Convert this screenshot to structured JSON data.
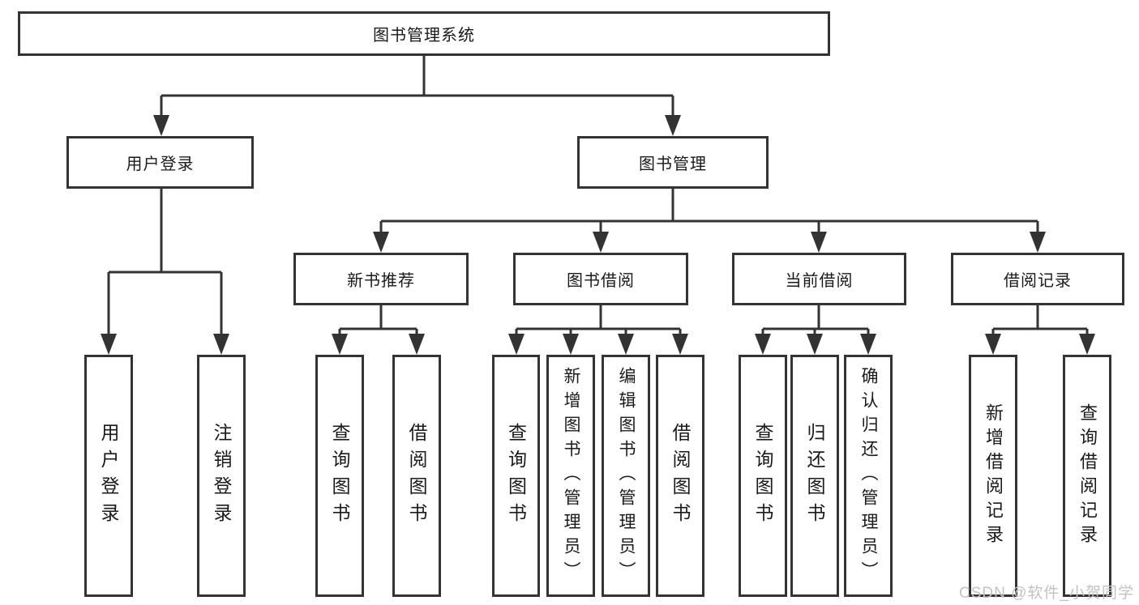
{
  "diagram": {
    "root": {
      "label": "图书管理系统"
    },
    "branches": [
      {
        "label": "用户登录",
        "children": [
          {
            "label": "用户登录"
          },
          {
            "label": "注销登录"
          }
        ]
      },
      {
        "label": "图书管理",
        "children": [
          {
            "label": "新书推荐",
            "children": [
              {
                "label": "查询图书"
              },
              {
                "label": "借阅图书"
              }
            ]
          },
          {
            "label": "图书借阅",
            "children": [
              {
                "label": "查询图书"
              },
              {
                "label": "新增图书（管理员）"
              },
              {
                "label": "编辑图书（管理员）"
              },
              {
                "label": "借阅图书"
              }
            ]
          },
          {
            "label": "当前借阅",
            "children": [
              {
                "label": "查询图书"
              },
              {
                "label": "归还图书"
              },
              {
                "label": "确认归还（管理员）"
              }
            ]
          },
          {
            "label": "借阅记录",
            "children": [
              {
                "label": "新增借阅记录"
              },
              {
                "label": "查询借阅记录"
              }
            ]
          }
        ]
      }
    ],
    "watermark": "CSDN @软件_小贺同学",
    "colors": {
      "line": "#333333",
      "box_border": "#333333",
      "box_fill": "#ffffff",
      "text": "#1a1a1a",
      "watermark": "#c2c2c2",
      "background": "#ffffff"
    }
  }
}
